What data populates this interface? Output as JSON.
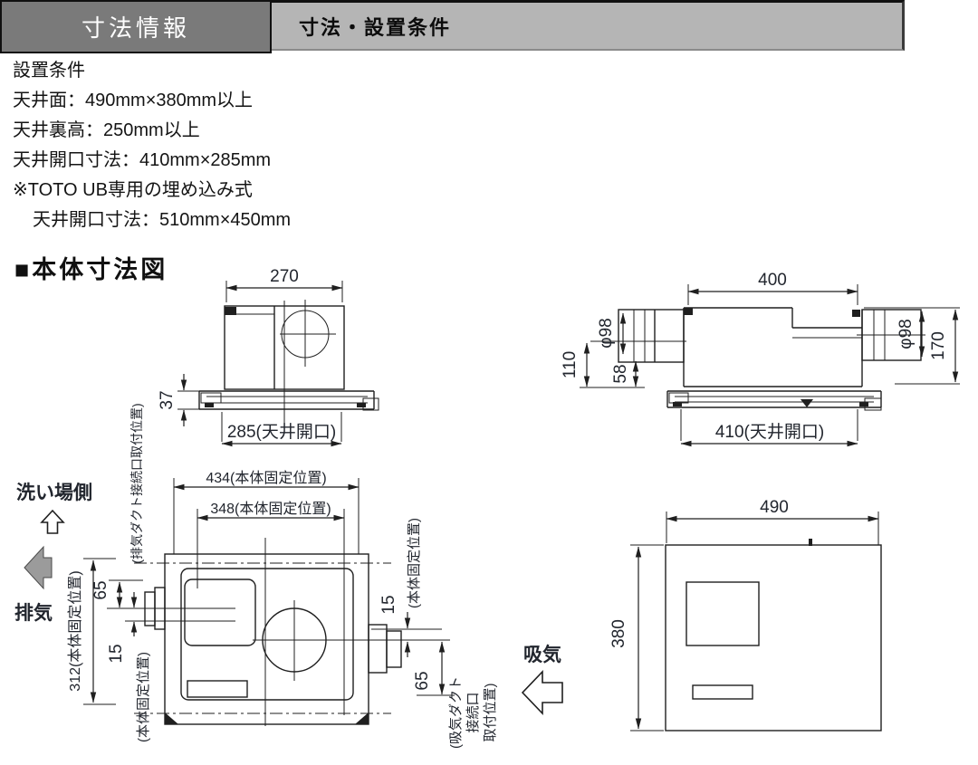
{
  "header": {
    "tab": "寸法情報",
    "subtitle": "寸法・設置条件"
  },
  "conditions": {
    "title": "設置条件",
    "lines": [
      "天井面：490mm×380mm以上",
      "天井裏高：250mm以上",
      "天井開口寸法：410mm×285mm",
      "※TOTO UB専用の埋め込み式",
      "天井開口寸法：510mm×450mm"
    ]
  },
  "section_title": "■本体寸法図",
  "front_view": {
    "width": "270",
    "flange_height": "37",
    "ceiling_opening": "285(天井開口)"
  },
  "side_view": {
    "width": "400",
    "duct_dia_left": "φ98",
    "duct_dia_right": "φ98",
    "dim_110": "110",
    "dim_58": "58",
    "height": "170",
    "ceiling_opening": "410(天井開口)"
  },
  "plan_view": {
    "fix_width_outer": "434(本体固定位置)",
    "fix_width_inner": "348(本体固定位置)",
    "fix_depth": "312(本体固定位置)",
    "exhaust_offset": "65",
    "exhaust_fix": "15",
    "intake_fix": "15",
    "intake_offset": "65",
    "exhaust_duct_label": "(排気ダクト接続口取付位置)",
    "fix_label_left": "(本体固定位置)",
    "fix_label_right": "(本体固定位置)",
    "intake_duct_label_col1": "(吸気ダクト",
    "intake_duct_label_col2": "接続口",
    "intake_duct_label_col3": "取付位置)",
    "wash_side": "洗い場側",
    "exhaust": "排気",
    "intake": "吸気"
  },
  "panel_view": {
    "width": "490",
    "height": "380"
  },
  "colors": {
    "header_tab_bg": "#7a7a7a",
    "header_bar_bg": "#b5b5b5",
    "exhaust_arrow_fill": "#9b9b9b",
    "line_color": "#1f1f1f"
  }
}
